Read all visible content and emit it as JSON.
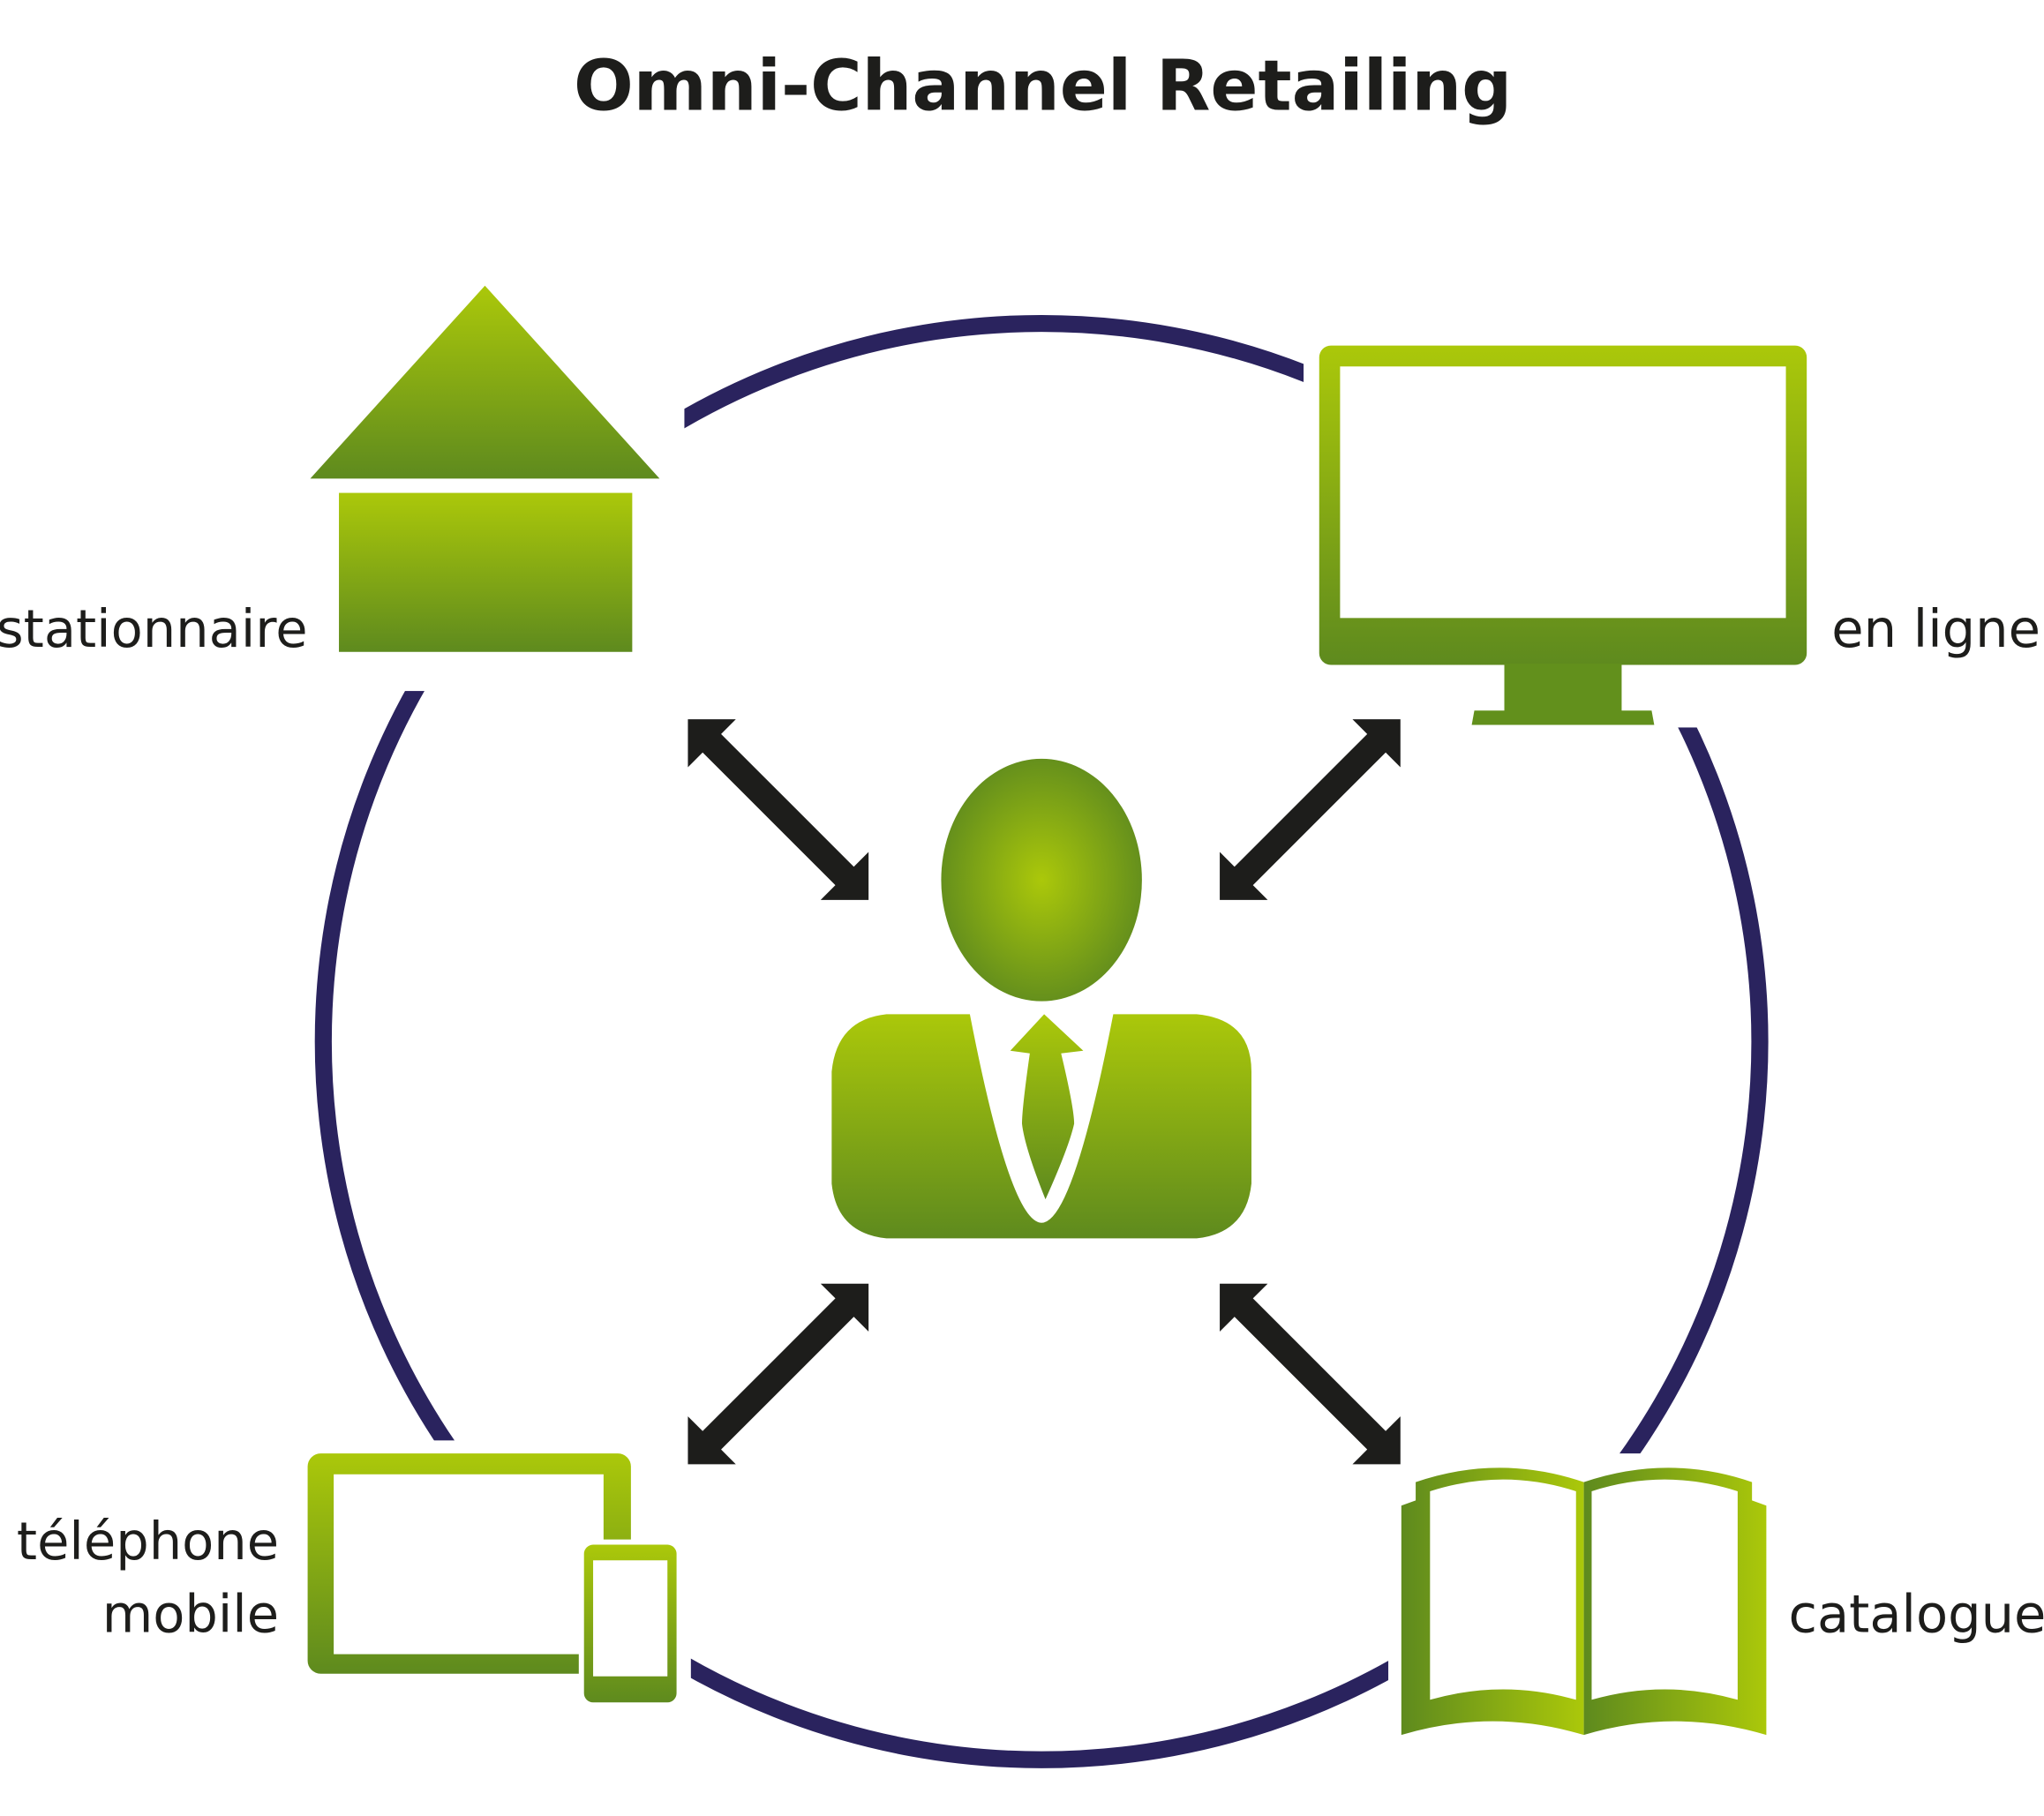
{
  "title": "Omni-Channel Retailing",
  "channels": {
    "store": "stationnaire",
    "online": "en ligne",
    "mobile_line1": "téléphone",
    "mobile_line2": "mobile",
    "catalogue": "catalogue"
  },
  "colors": {
    "green_light": "#abc80a",
    "green_dark": "#5e8a1e",
    "circle": "#2a235e",
    "arrow": "#1d1d1b"
  },
  "icons": [
    "store-icon",
    "monitor-icon",
    "tablet-phone-icon",
    "open-book-icon",
    "customer-icon"
  ]
}
